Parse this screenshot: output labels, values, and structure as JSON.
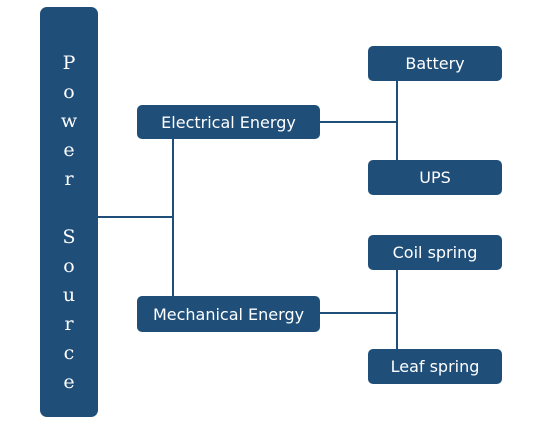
{
  "diagram": {
    "root": {
      "label": "Power Source"
    },
    "branches": [
      {
        "label": "Electrical Energy",
        "children": [
          "Battery",
          "UPS"
        ]
      },
      {
        "label": "Mechanical Energy",
        "children": [
          "Coil spring",
          "Leaf spring"
        ]
      }
    ],
    "colors": {
      "box": "#1f4e79",
      "text": "#ffffff",
      "connector": "#1f4e79"
    }
  }
}
